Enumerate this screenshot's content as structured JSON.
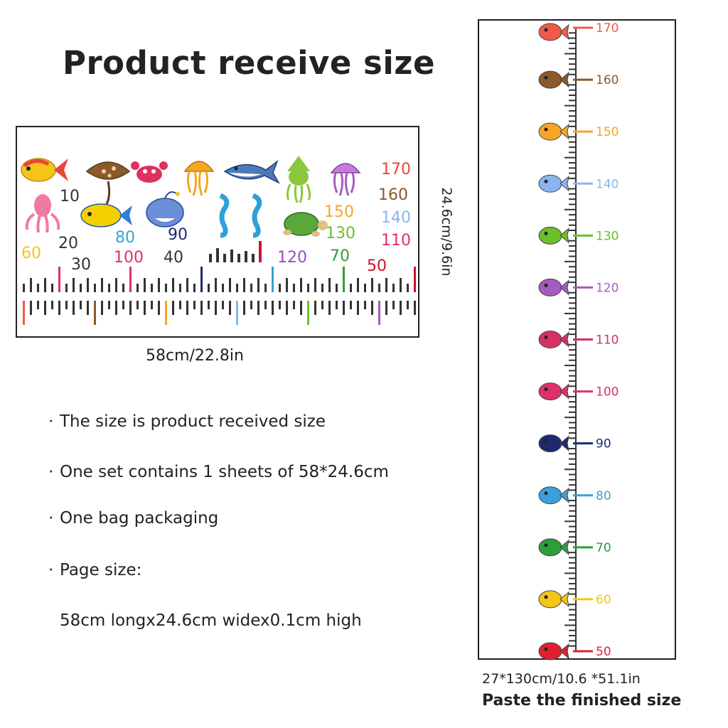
{
  "title": "Product receive size",
  "sheet": {
    "width_label": "58cm/22.8in",
    "height_label": "24.6cm/9.6in",
    "numbers": [
      {
        "text": "170",
        "color": "#e8453c"
      },
      {
        "text": "160",
        "color": "#8a5a2b"
      },
      {
        "text": "140",
        "color": "#8ab4f0"
      },
      {
        "text": "110",
        "color": "#e0306a"
      },
      {
        "text": "150",
        "color": "#f5a623"
      },
      {
        "text": "130",
        "color": "#6cbf2a"
      },
      {
        "text": "120",
        "color": "#9b4dba"
      },
      {
        "text": "70",
        "color": "#2e9e3a"
      },
      {
        "text": "50",
        "color": "#d0112b"
      },
      {
        "text": "80",
        "color": "#3aa0d8"
      },
      {
        "text": "90",
        "color": "#1f2a6e"
      },
      {
        "text": "100",
        "color": "#e0306a"
      },
      {
        "text": "60",
        "color": "#f5c518"
      },
      {
        "text": "40",
        "color": "#333333"
      },
      {
        "text": "10",
        "color": "#333333"
      },
      {
        "text": "20",
        "color": "#333333"
      },
      {
        "text": "30",
        "color": "#333333"
      }
    ]
  },
  "bullets": [
    {
      "dot": "·",
      "text": "The size is product received size"
    },
    {
      "dot": "·",
      "text": "One set contains 1 sheets of 58*24.6cm"
    },
    {
      "dot": "·",
      "text": "One bag packaging"
    },
    {
      "dot": "·",
      "text": "Page size:"
    }
  ],
  "page_size_value": "58cm longx24.6cm widex0.1cm high",
  "ruler": {
    "caption_size": "27*130cm/10.6 *51.1in",
    "caption_label": "Paste the finished size",
    "marks": [
      {
        "value": "170",
        "color": "#ef5a4a",
        "icon": "tropical-fish-icon"
      },
      {
        "value": "160",
        "color": "#8a5a2b",
        "icon": "stingray-icon"
      },
      {
        "value": "150",
        "color": "#f5a623",
        "icon": "orange-jellyfish-icon"
      },
      {
        "value": "140",
        "color": "#8ab4f0",
        "icon": "anglerfish-icon"
      },
      {
        "value": "130",
        "color": "#6cbf2a",
        "icon": "squid-icon"
      },
      {
        "value": "120",
        "color": "#a45cc0",
        "icon": "purple-jellyfish-icon"
      },
      {
        "value": "110",
        "color": "#d83060",
        "icon": "crab-icon"
      },
      {
        "value": "100",
        "color": "#e0306a",
        "icon": "octopus-icon"
      },
      {
        "value": "90",
        "color": "#1f2a6e",
        "icon": "shark-icon"
      },
      {
        "value": "80",
        "color": "#3aa0d8",
        "icon": "seahorse-icon"
      },
      {
        "value": "70",
        "color": "#2e9e3a",
        "icon": "turtle-icon"
      },
      {
        "value": "60",
        "color": "#f5c518",
        "icon": "yellow-fish-icon"
      },
      {
        "value": "50",
        "color": "#e02030",
        "icon": "starfish-icon"
      }
    ]
  }
}
